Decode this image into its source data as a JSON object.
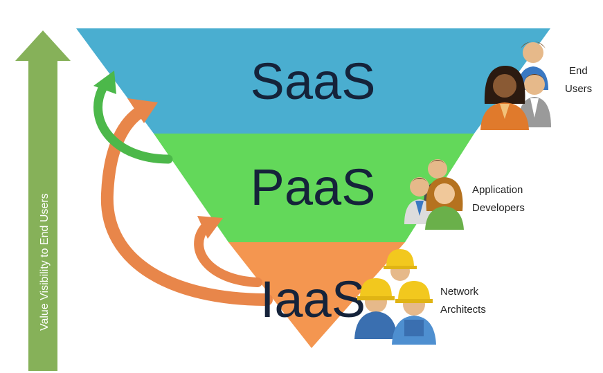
{
  "diagram": {
    "layers": [
      {
        "id": "saas",
        "label": "SaaS",
        "color": "#4aaed0"
      },
      {
        "id": "paas",
        "label": "PaaS",
        "color": "#63d85a"
      },
      {
        "id": "iaas",
        "label": "IaaS",
        "color": "#f49650"
      }
    ],
    "roles": [
      {
        "id": "end-users",
        "lines": [
          "End",
          "Users"
        ],
        "icon": "end-users-icon"
      },
      {
        "id": "application-developers",
        "lines": [
          "Application",
          "Developers"
        ],
        "icon": "developers-icon"
      },
      {
        "id": "network-architects",
        "lines": [
          "Network",
          "Architects"
        ],
        "icon": "architects-icon"
      }
    ],
    "axis": {
      "label": "Value Visibility to End Users",
      "color": "#86b159",
      "direction": "up"
    },
    "arrows": [
      {
        "from": "paas",
        "to": "saas",
        "color": "#4cb84a"
      },
      {
        "from": "iaas",
        "to": "paas",
        "color": "#e8864a"
      },
      {
        "from": "iaas",
        "to": "saas",
        "color": "#e8864a"
      }
    ]
  }
}
